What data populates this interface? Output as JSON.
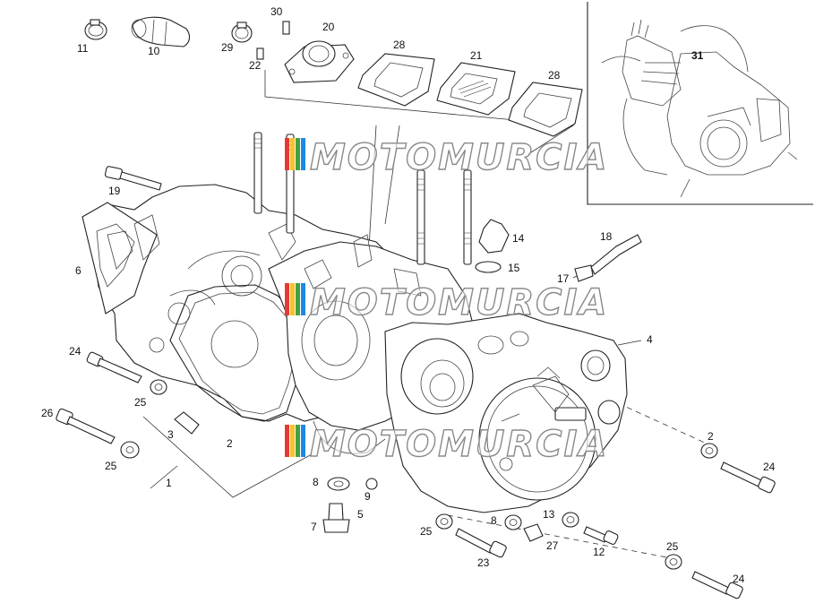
{
  "watermark": {
    "text": "MOTOMURCIA",
    "colors": [
      "#e53935",
      "#fbc02d",
      "#43a047",
      "#1e88e5",
      "#bdbdbd"
    ]
  },
  "labels": [
    {
      "id": "11",
      "text": "11"
    },
    {
      "id": "10",
      "text": "10"
    },
    {
      "id": "29",
      "text": "29"
    },
    {
      "id": "30",
      "text": "30"
    },
    {
      "id": "20",
      "text": "20"
    },
    {
      "id": "22",
      "text": "22"
    },
    {
      "id": "28a",
      "text": "28"
    },
    {
      "id": "21",
      "text": "21"
    },
    {
      "id": "28b",
      "text": "28"
    },
    {
      "id": "31",
      "text": "31"
    },
    {
      "id": "19",
      "text": "19"
    },
    {
      "id": "6",
      "text": "6"
    },
    {
      "id": "14",
      "text": "14"
    },
    {
      "id": "15",
      "text": "15"
    },
    {
      "id": "18",
      "text": "18"
    },
    {
      "id": "17",
      "text": "17"
    },
    {
      "id": "4",
      "text": "4"
    },
    {
      "id": "24a",
      "text": "24"
    },
    {
      "id": "25a",
      "text": "25"
    },
    {
      "id": "26",
      "text": "26"
    },
    {
      "id": "25b",
      "text": "25"
    },
    {
      "id": "3",
      "text": "3"
    },
    {
      "id": "2a",
      "text": "2"
    },
    {
      "id": "1",
      "text": "1"
    },
    {
      "id": "8a",
      "text": "8"
    },
    {
      "id": "9",
      "text": "9"
    },
    {
      "id": "7",
      "text": "7"
    },
    {
      "id": "5",
      "text": "5"
    },
    {
      "id": "2b",
      "text": "2"
    },
    {
      "id": "24b",
      "text": "24"
    },
    {
      "id": "25c",
      "text": "25"
    },
    {
      "id": "23",
      "text": "23"
    },
    {
      "id": "8b",
      "text": "8"
    },
    {
      "id": "27",
      "text": "27"
    },
    {
      "id": "13",
      "text": "13"
    },
    {
      "id": "12",
      "text": "12"
    },
    {
      "id": "25d",
      "text": "25"
    },
    {
      "id": "24c",
      "text": "24"
    }
  ]
}
